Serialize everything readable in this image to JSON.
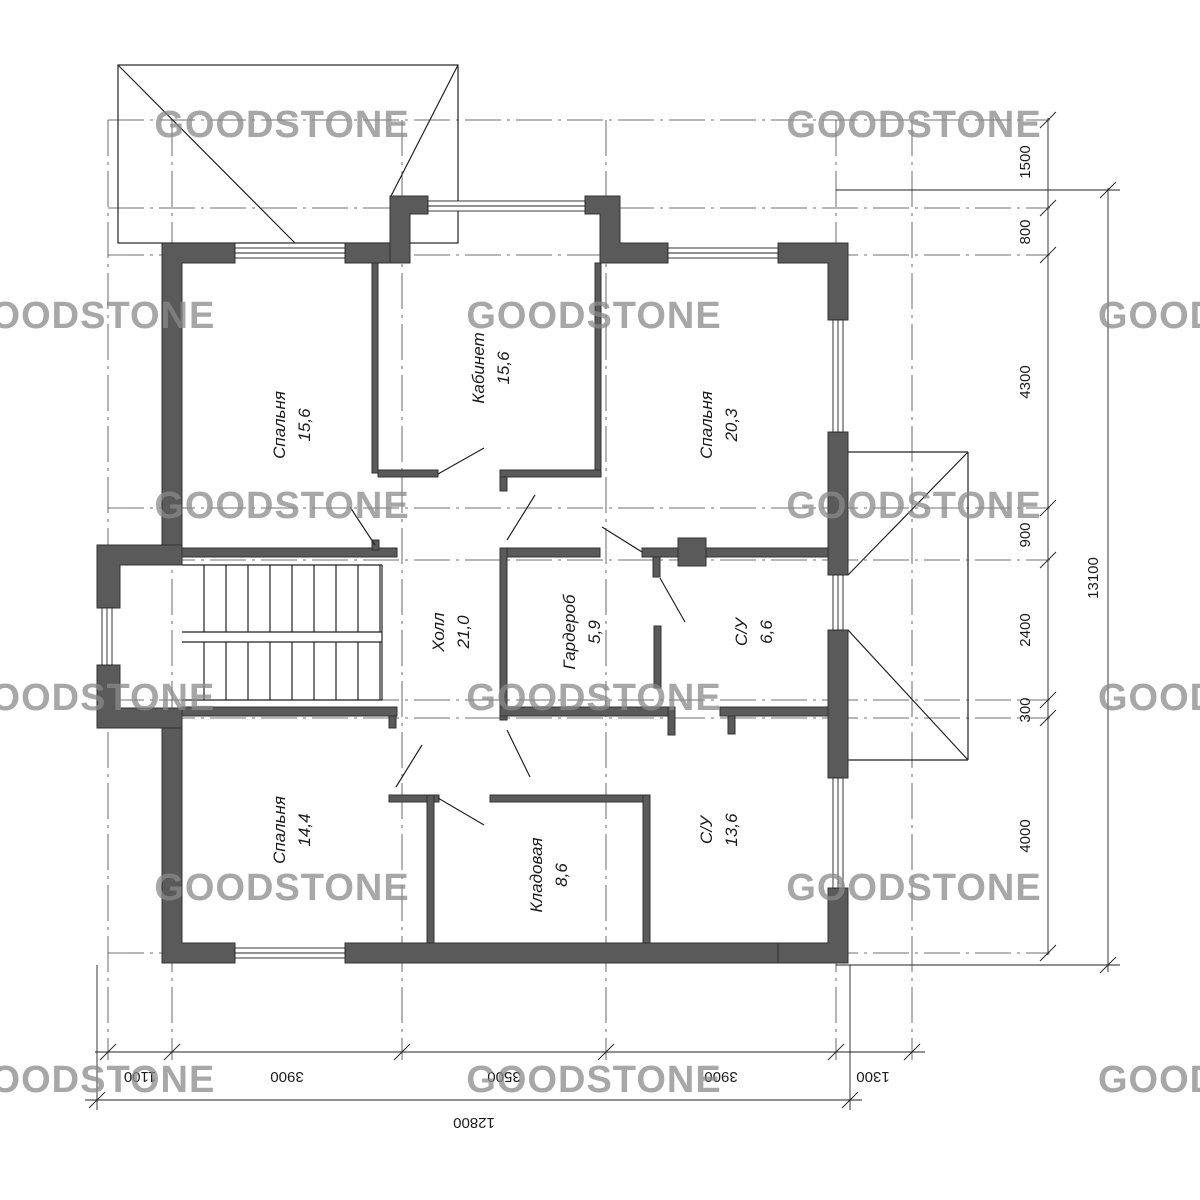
{
  "watermark": "GOODSTONE",
  "rooms": [
    {
      "name": "Спальня",
      "area": "15,6"
    },
    {
      "name": "Кабинет",
      "area": "15,6"
    },
    {
      "name": "Спальня",
      "area": "20,3"
    },
    {
      "name": "Холл",
      "area": "21,0"
    },
    {
      "name": "Гардероб",
      "area": "5,9"
    },
    {
      "name": "С/У",
      "area": "6,6"
    },
    {
      "name": "Спальня",
      "area": "14,4"
    },
    {
      "name": "Кладовая",
      "area": "8,6"
    },
    {
      "name": "С/У",
      "area": "13,6"
    }
  ],
  "dimensions": {
    "right": [
      "1500",
      "800",
      "4300",
      "900",
      "2400",
      "300",
      "4000"
    ],
    "right_total": "13100",
    "bottom": [
      "1100",
      "3900",
      "3500",
      "3900",
      "1300"
    ],
    "bottom_total": "12800"
  },
  "colors": {
    "wall": "#5a5a5a",
    "watermark": "#8a8a8a",
    "line": "#222222"
  }
}
